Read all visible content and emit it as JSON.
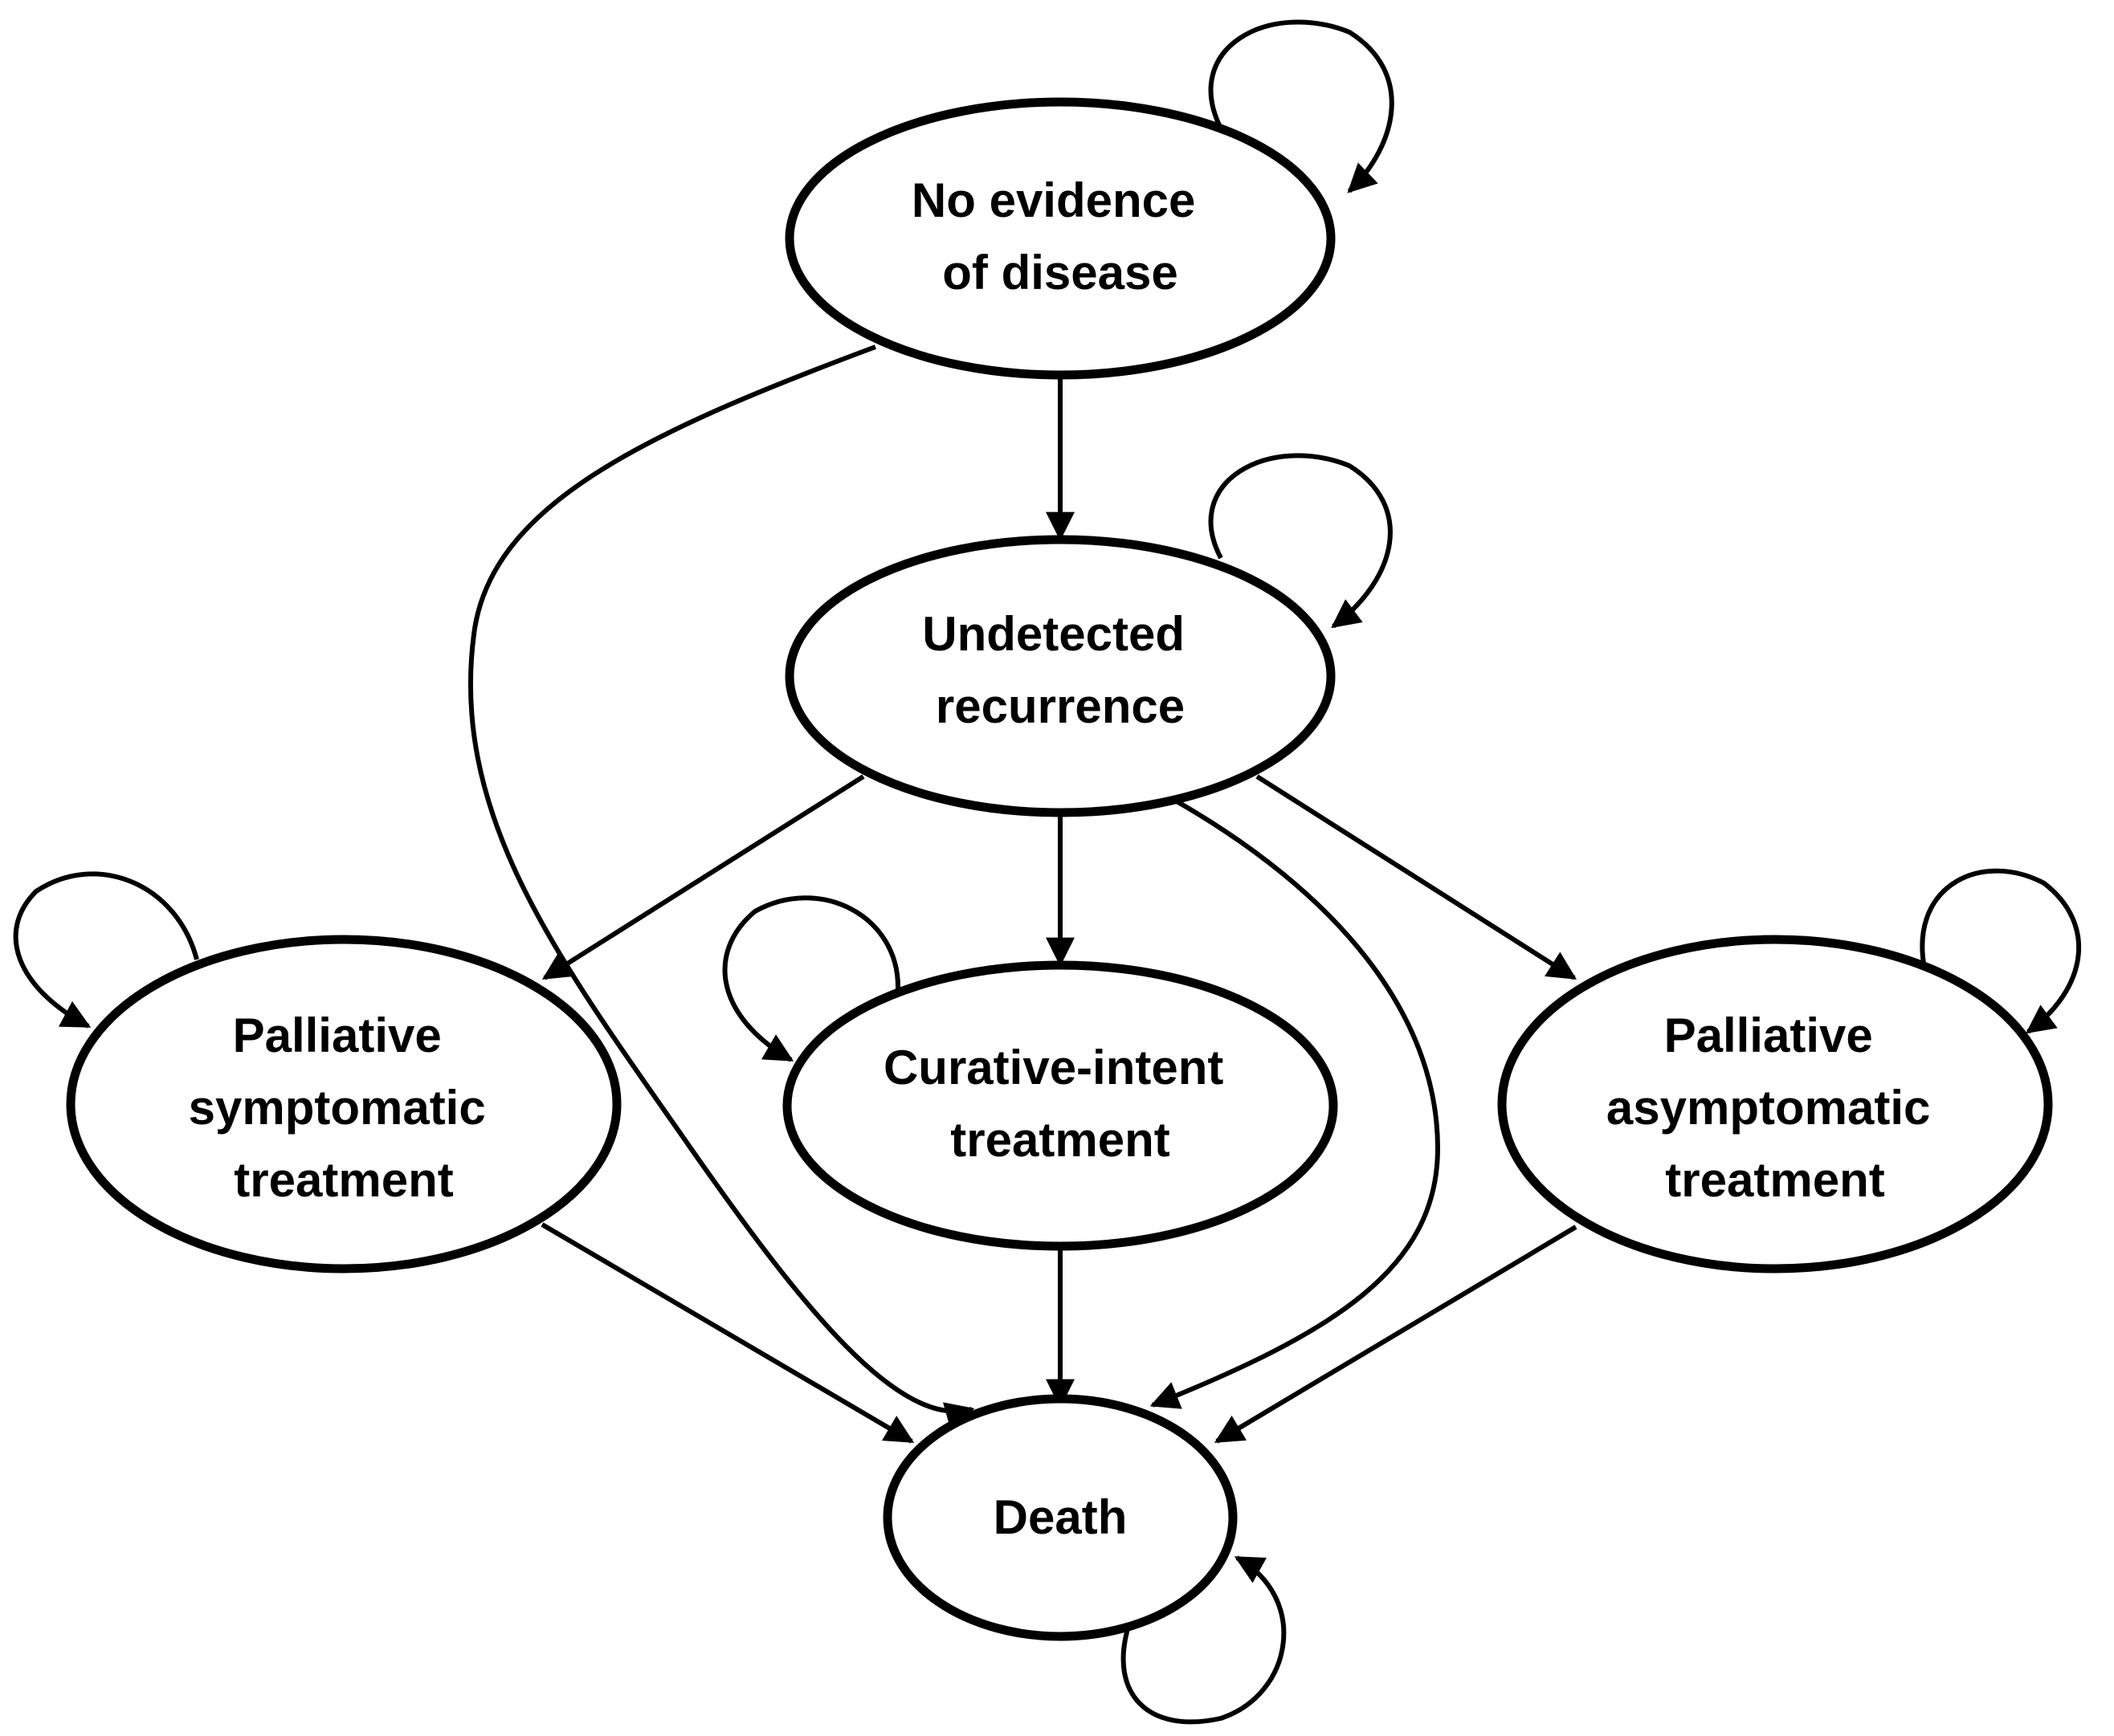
{
  "diagram": {
    "type": "state-transition",
    "nodes": {
      "ned": {
        "lines": [
          "No evidence",
          "of disease"
        ]
      },
      "undetected": {
        "lines": [
          "Undetected",
          "recurrence"
        ]
      },
      "palliative_symptomatic": {
        "lines": [
          "Palliative",
          "symptomatic",
          "treatment"
        ]
      },
      "curative": {
        "lines": [
          "Curative-intent",
          "treatment"
        ]
      },
      "palliative_asymptomatic": {
        "lines": [
          "Palliative",
          "asymptomatic",
          "treatment"
        ]
      },
      "death": {
        "lines": [
          "Death"
        ]
      }
    },
    "edges": [
      {
        "from": "ned",
        "to": "ned"
      },
      {
        "from": "ned",
        "to": "undetected"
      },
      {
        "from": "ned",
        "to": "death"
      },
      {
        "from": "undetected",
        "to": "undetected"
      },
      {
        "from": "undetected",
        "to": "palliative_symptomatic"
      },
      {
        "from": "undetected",
        "to": "curative"
      },
      {
        "from": "undetected",
        "to": "palliative_asymptomatic"
      },
      {
        "from": "undetected",
        "to": "death"
      },
      {
        "from": "palliative_symptomatic",
        "to": "palliative_symptomatic"
      },
      {
        "from": "palliative_symptomatic",
        "to": "death"
      },
      {
        "from": "curative",
        "to": "curative"
      },
      {
        "from": "curative",
        "to": "death"
      },
      {
        "from": "palliative_asymptomatic",
        "to": "palliative_asymptomatic"
      },
      {
        "from": "palliative_asymptomatic",
        "to": "death"
      },
      {
        "from": "death",
        "to": "death"
      }
    ]
  }
}
